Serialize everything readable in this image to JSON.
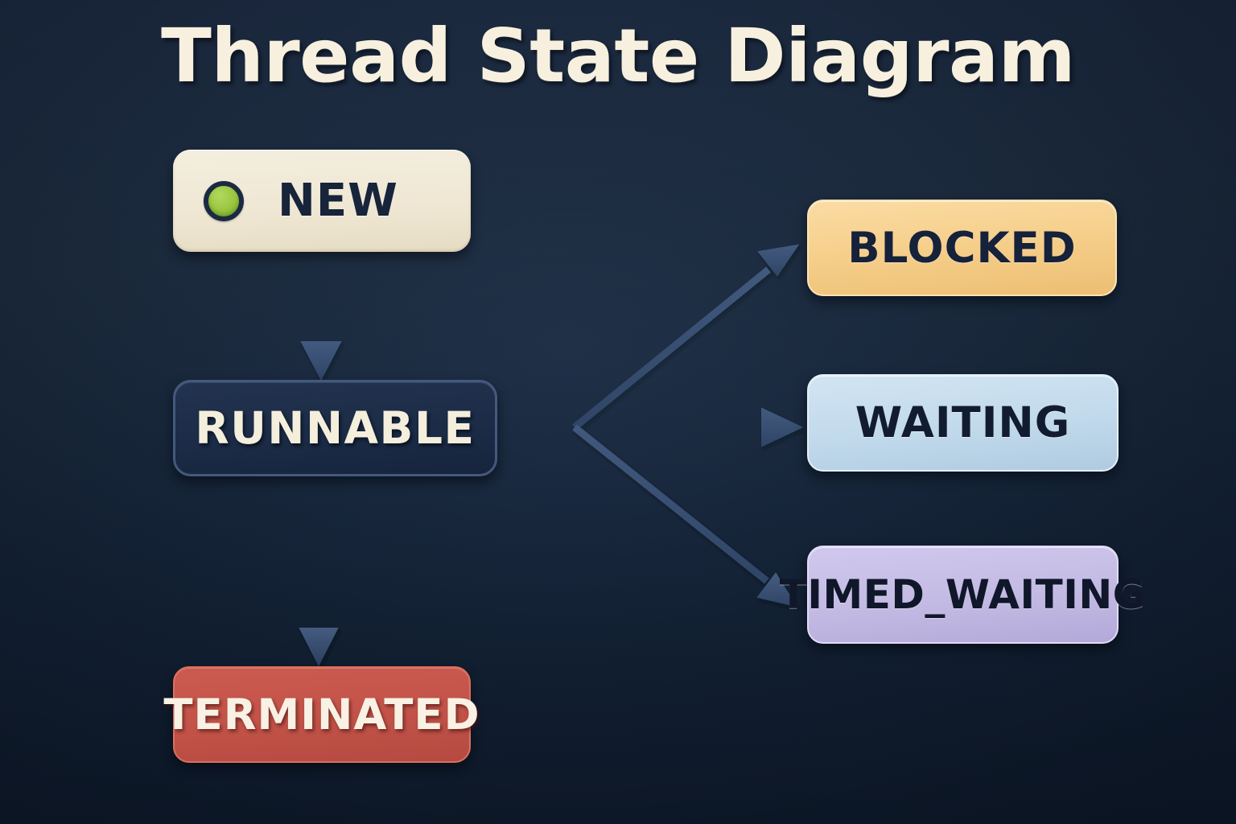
{
  "title": "Thread State Diagram",
  "colors": {
    "background_top": "#1D2B42",
    "background_bottom": "#0E1A2B",
    "title_text": "#F7F0DE",
    "edge": "#3A5273",
    "new_fill": "#EFE7D3",
    "new_dot": "#97C63F",
    "runnable_fill": "#1C2C47",
    "runnable_border": "#44597C",
    "terminated_fill": "#C4544A",
    "blocked_fill": "#F5CE8A",
    "waiting_fill": "#C2DAEC",
    "timed_waiting_fill": "#C4BBE4"
  },
  "nodes": {
    "new": {
      "label": "NEW",
      "status_icon": "green-status-dot"
    },
    "runnable": {
      "label": "RUNNABLE"
    },
    "terminated": {
      "label": "TERMINATED"
    },
    "blocked": {
      "label": "BLOCKED"
    },
    "waiting": {
      "label": "WAITING"
    },
    "timed_waiting": {
      "label": "TIMED_WAITING"
    }
  },
  "edges": [
    {
      "name": "new-to-runnable",
      "from": "NEW",
      "to": "RUNNABLE",
      "label": ""
    },
    {
      "name": "runnable-to-terminated",
      "from": "RUNNABLE",
      "to": "TERMINATED",
      "label": ""
    },
    {
      "name": "runnable-to-blocked",
      "from": "RUNNABLE",
      "to": "BLOCKED",
      "label": ""
    },
    {
      "name": "runnable-to-waiting",
      "from": "RUNNABLE",
      "to": "WAITING",
      "label": ""
    },
    {
      "name": "runnable-to-timed-waiting",
      "from": "RUNNABLE",
      "to": "TIMED_WAITING",
      "label": ""
    }
  ]
}
